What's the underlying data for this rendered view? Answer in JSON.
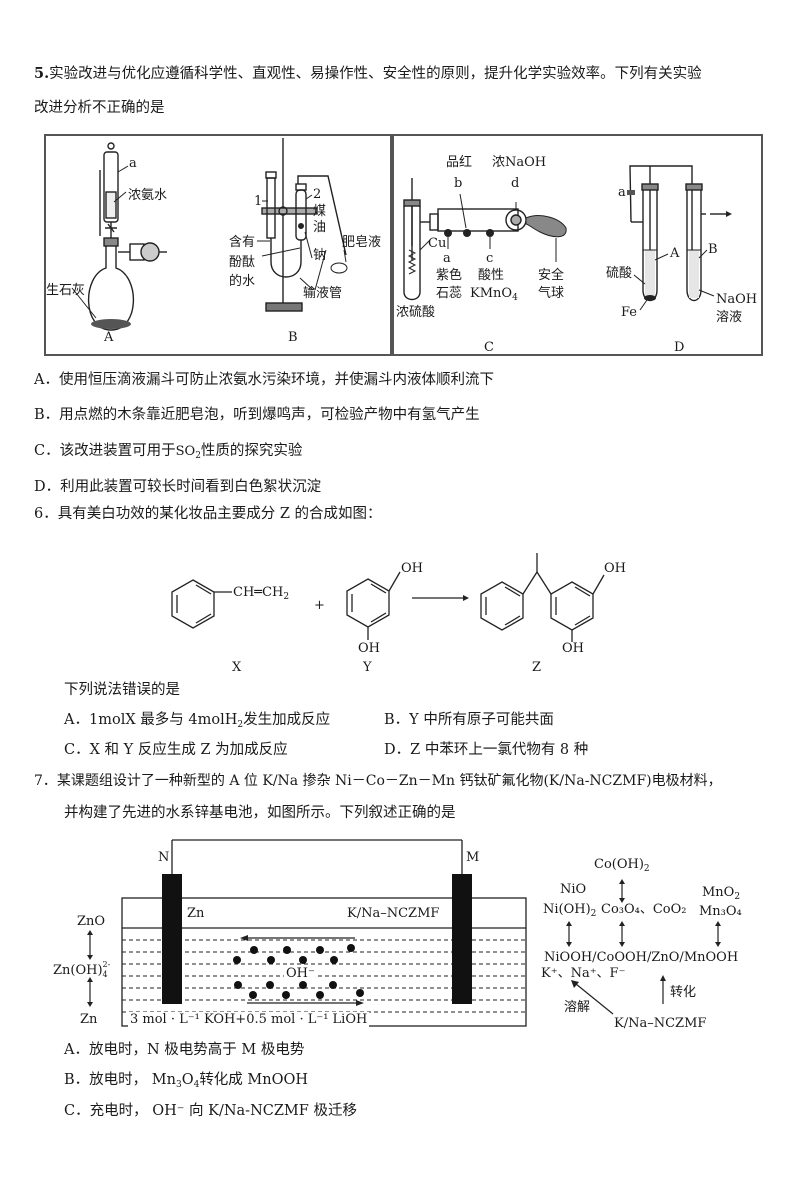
{
  "q5": {
    "stem_line1_num": "5.",
    "stem_line1": "实验改进与优化应遵循科学性、直观性、易操作性、安全性的原则，提升化学实验效率。下列有关实验",
    "stem_line2": "改进分析不正确的是",
    "figure": {
      "A": {
        "caption": "A",
        "label_a": "a",
        "label_ammonia": "浓氨水",
        "label_lime": "生石灰"
      },
      "B": {
        "caption": "B",
        "label_1": "1",
        "label_2": "2",
        "label_kerosene_1": "煤",
        "label_kerosene_2": "油",
        "label_sodium": "钠",
        "label_water_1": "含有",
        "label_water_2": "酚酞",
        "label_water_3": "的水",
        "label_soap": "肥皂液",
        "label_tube": "输液管"
      },
      "C": {
        "caption": "C",
        "label_pinhong": "品红",
        "label_b": "b",
        "label_naoh": "浓NaOH",
        "label_d": "d",
        "label_cu": "Cu",
        "label_a": "a",
        "label_litmus_1": "紫色",
        "label_litmus_2": "石蕊",
        "label_c": "c",
        "label_kmno4_1": "酸性",
        "label_kmno4_2": "KMnO",
        "label_kmno4_sub": "4",
        "label_balloon_1": "安全",
        "label_balloon_2": "气球",
        "label_acid": "浓硫酸"
      },
      "D": {
        "caption": "D",
        "label_a": "a",
        "label_A": "A",
        "label_B": "B",
        "label_acid": "硫酸",
        "label_fe": "Fe",
        "label_naoh_1": "NaOH",
        "label_naoh_2": "溶液"
      }
    },
    "options": [
      {
        "key": "A．",
        "text": "使用恒压滴液漏斗可防止浓氨水污染环境，并使漏斗内液体顺利流下"
      },
      {
        "key": "B．",
        "text": "用点燃的木条靠近肥皂泡，听到爆鸣声，可检验产物中有氢气产生"
      },
      {
        "key": "C．",
        "text_pre": "该改进装置可用于",
        "formula": "SO",
        "formula_sub": "2",
        "text_post": "性质的探究实验"
      },
      {
        "key": "D．",
        "text": "利用此装置可较长时间看到白色絮状沉淀"
      }
    ]
  },
  "q6": {
    "stem": "6．具有美白功效的某化妆品主要成分 Z 的合成如图：",
    "scheme": {
      "X_group": "CH═CH",
      "X_sub": "2",
      "plus": "+",
      "OH": "OH",
      "X": "X",
      "Y": "Y",
      "Z": "Z"
    },
    "prompt": "下列说法错误的是",
    "options": [
      {
        "key": "A．",
        "text_pre": "1molX 最多与 4molH",
        "sub": "2",
        "text_post": "发生加成反应"
      },
      {
        "key": "B．",
        "text": "Y 中所有原子可能共面"
      },
      {
        "key": "C．",
        "text": "X 和 Y 反应生成 Z 为加成反应"
      },
      {
        "key": "D．",
        "text": "Z 中苯环上一氯代物有 8 种"
      }
    ]
  },
  "q7": {
    "stem_line1": "7．某课题组设计了一种新型的 A 位 K/Na 掺杂 Ni－Co－Zn－Mn 钙钛矿氟化物(K/Na-NCZMF)电极材料，",
    "stem_line2": "并构建了先进的水系锌基电池，如图所示。下列叙述正确的是",
    "battery": {
      "N": "N",
      "M": "M",
      "zn_electrode": "Zn",
      "cathode": "K/Na–NCZMF",
      "ion": "OH⁻",
      "electrolyte": "3 mol · L⁻¹ KOH+0.5 mol · L⁻¹ LiOH",
      "side_top": "ZnO",
      "side_mid": "Zn(OH)",
      "side_mid_sup": "2-",
      "side_mid_sub": "4",
      "side_bot": "Zn"
    },
    "scheme": {
      "co_oh2": "Co(OH)",
      "co_oh2_sub": "2",
      "nio": "NiO",
      "nioh2": "Ni(OH)",
      "nioh2_sub": "2",
      "co3o4_pre": "Co",
      "co3o4": "Co₃O₄、CoO₂",
      "mno2": "MnO",
      "mno2_sub": "2",
      "mn3o4": "Mn₃O₄",
      "oxyhydroxides": "NiOOH/CoOOH/ZnO/MnOOH",
      "ions": "K⁺、Na⁺、F⁻",
      "dissolve": "溶解",
      "convert": "转化",
      "material": "K/Na–NCZMF"
    },
    "options": [
      {
        "key": "A．",
        "text": "放电时，N 极电势高于 M 极电势"
      },
      {
        "key": "B．",
        "text_pre": "放电时， Mn",
        "sub1": "3",
        "mid": "O",
        "sub2": "4",
        "text_post": "转化成 MnOOH"
      },
      {
        "key": "C．",
        "text": "充电时， OH⁻ 向 K/Na-NCZMF 极迁移"
      }
    ]
  }
}
